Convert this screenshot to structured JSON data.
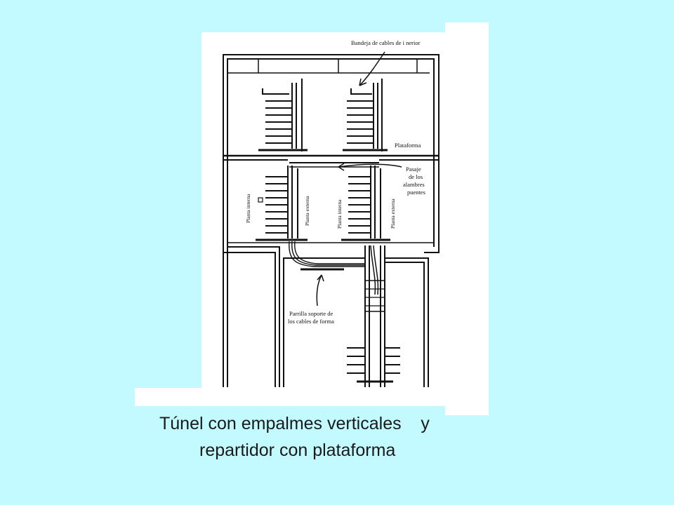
{
  "slide": {
    "background": "#C3FAFF",
    "caption_line_1": "Túnel con empalmes verticales    y",
    "caption_line_2": "repartidor con plataforma"
  },
  "figure": {
    "labels": {
      "tray": "Bandeja de cables de i nerior",
      "platform": "Plataforma",
      "passage_1": "Pasaje",
      "passage_2": "de los",
      "passage_3": "alambres",
      "passage_4": "puentes",
      "support_1": "Parrilla soporte de",
      "support_2": "los cables de forma",
      "plant_internal_left": "Planta interna",
      "plant_external_left": "Planta externa",
      "plant_internal_right": "Planta interna",
      "plant_external_right": "Planta externa"
    }
  }
}
